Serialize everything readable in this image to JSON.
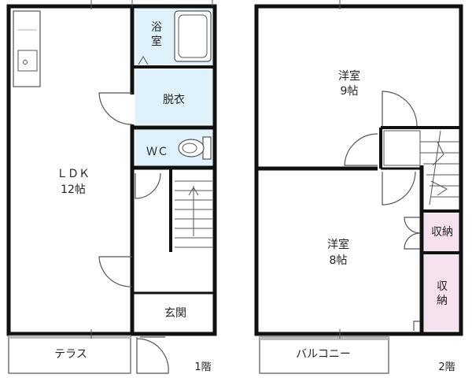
{
  "floor1": {
    "ldk": {
      "name": "ＬＤＫ",
      "size": "12帖"
    },
    "bath": "浴\n室",
    "dressing": "脱衣",
    "wc": "ＷＣ",
    "entrance": "玄関",
    "terrace": "テラス",
    "floor_label": "1階"
  },
  "floor2": {
    "western1": {
      "name": "洋室",
      "size": "9帖"
    },
    "western2": {
      "name": "洋室",
      "size": "8帖"
    },
    "storage1": "収納",
    "storage2": "収\n納",
    "balcony": "バルコニー",
    "floor_label": "2階"
  },
  "colors": {
    "wall": "#111111",
    "wet_area": "#dff2fb",
    "storage": "#f6e1ee",
    "line": "#555555"
  }
}
